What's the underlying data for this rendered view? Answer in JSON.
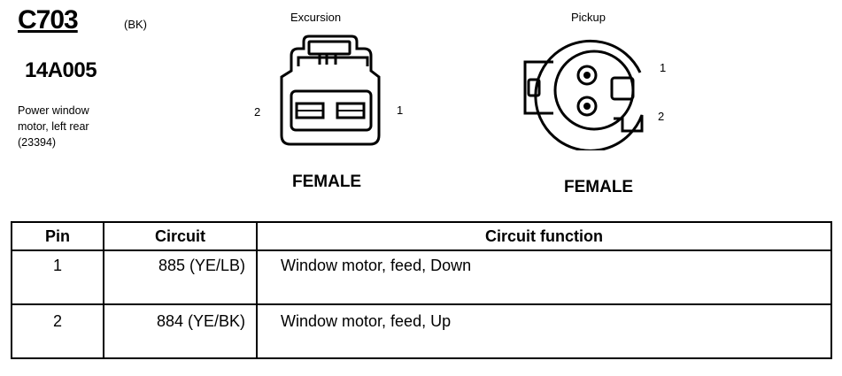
{
  "connector": {
    "id": "C703",
    "color_code": "(BK)",
    "part_number": "14A005",
    "description": [
      "Power window",
      "motor, left rear",
      "(23394)"
    ]
  },
  "excursion": {
    "title": "Excursion",
    "pin_left": "2",
    "pin_right": "1",
    "gender": "FEMALE"
  },
  "pickup": {
    "title": "Pickup",
    "pin_top": "1",
    "pin_bottom": "2",
    "gender": "FEMALE"
  },
  "table": {
    "headers": [
      "Pin",
      "Circuit",
      "Circuit function"
    ],
    "rows": [
      {
        "pin": "1",
        "circuit": "885 (YE/LB)",
        "function": "Window motor, feed, Down"
      },
      {
        "pin": "2",
        "circuit": "884 (YE/BK)",
        "function": "Window motor, feed, Up"
      }
    ]
  }
}
